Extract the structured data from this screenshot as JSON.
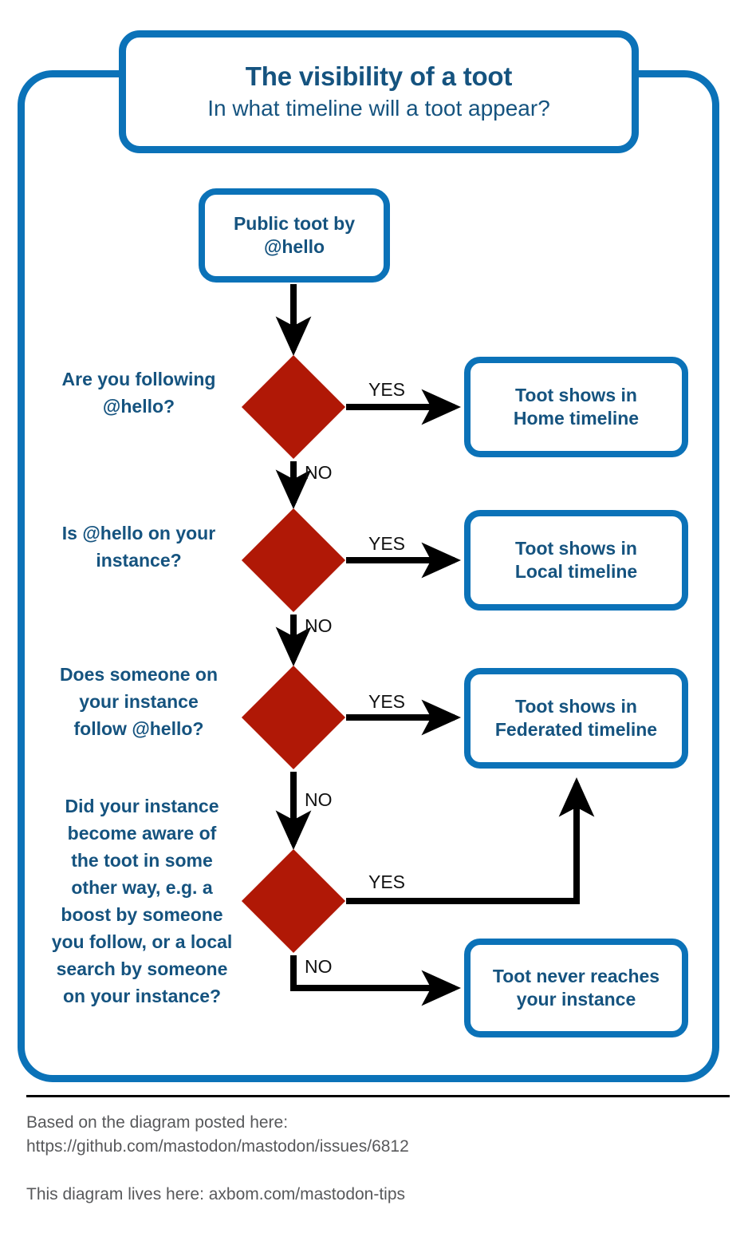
{
  "colors": {
    "brand_blue": "#0b72b8",
    "text_blue": "#15537f",
    "decision_red": "#b01806",
    "connector_black": "#000000",
    "footer_gray": "#58595b",
    "background": "#ffffff"
  },
  "title": {
    "heading": "The visibility of a toot",
    "subheading": "In what timeline will a toot appear?"
  },
  "nodes": {
    "start": "Public toot by\n@hello",
    "home": "Toot shows in\nHome timeline",
    "local": "Toot shows in\nLocal timeline",
    "federated": "Toot shows in\nFederated timeline",
    "never": "Toot never reaches\nyour instance"
  },
  "questions": {
    "following": "Are you following\n@hello?",
    "on_instance": "Is @hello on your\ninstance?",
    "follows": "Does someone on\nyour instance\nfollow @hello?",
    "other_way": "Did your instance\nbecome aware of\nthe toot in some\nother way, e.g. a\nboost by someone\nyou follow, or a local\nsearch by someone\non your instance?"
  },
  "edge_labels": {
    "yes": "YES",
    "no": "NO"
  },
  "footer": {
    "source": "Based on the diagram posted here:\nhttps://github.com/mastodon/mastodon/issues/6812",
    "home": "This diagram lives here: axbom.com/mastodon-tips"
  },
  "chart_data": {
    "type": "flowchart",
    "title": "The visibility of a toot",
    "subtitle": "In what timeline will a toot appear?",
    "orientation": "top-to-bottom",
    "nodes": [
      {
        "id": "start",
        "shape": "rounded-rect",
        "label": "Public toot by @hello",
        "color": "#0b72b8"
      },
      {
        "id": "q1",
        "shape": "diamond",
        "label": "Are you following @hello?",
        "color": "#b01806"
      },
      {
        "id": "home",
        "shape": "rounded-rect",
        "label": "Toot shows in Home timeline",
        "color": "#0b72b8"
      },
      {
        "id": "q2",
        "shape": "diamond",
        "label": "Is @hello on your instance?",
        "color": "#b01806"
      },
      {
        "id": "local",
        "shape": "rounded-rect",
        "label": "Toot shows in Local timeline",
        "color": "#0b72b8"
      },
      {
        "id": "q3",
        "shape": "diamond",
        "label": "Does someone on your instance follow @hello?",
        "color": "#b01806"
      },
      {
        "id": "federated",
        "shape": "rounded-rect",
        "label": "Toot shows in Federated timeline",
        "color": "#0b72b8"
      },
      {
        "id": "q4",
        "shape": "diamond",
        "label": "Did your instance become aware of the toot in some other way, e.g. a boost by someone you follow, or a local search by someone on your instance?",
        "color": "#b01806"
      },
      {
        "id": "never",
        "shape": "rounded-rect",
        "label": "Toot never reaches your instance",
        "color": "#0b72b8"
      }
    ],
    "edges": [
      {
        "from": "start",
        "to": "q1",
        "label": ""
      },
      {
        "from": "q1",
        "to": "home",
        "label": "YES"
      },
      {
        "from": "q1",
        "to": "q2",
        "label": "NO"
      },
      {
        "from": "q2",
        "to": "local",
        "label": "YES"
      },
      {
        "from": "q2",
        "to": "q3",
        "label": "NO"
      },
      {
        "from": "q3",
        "to": "federated",
        "label": "YES"
      },
      {
        "from": "q3",
        "to": "q4",
        "label": "NO"
      },
      {
        "from": "q4",
        "to": "federated",
        "label": "YES"
      },
      {
        "from": "q4",
        "to": "never",
        "label": "NO"
      }
    ]
  }
}
